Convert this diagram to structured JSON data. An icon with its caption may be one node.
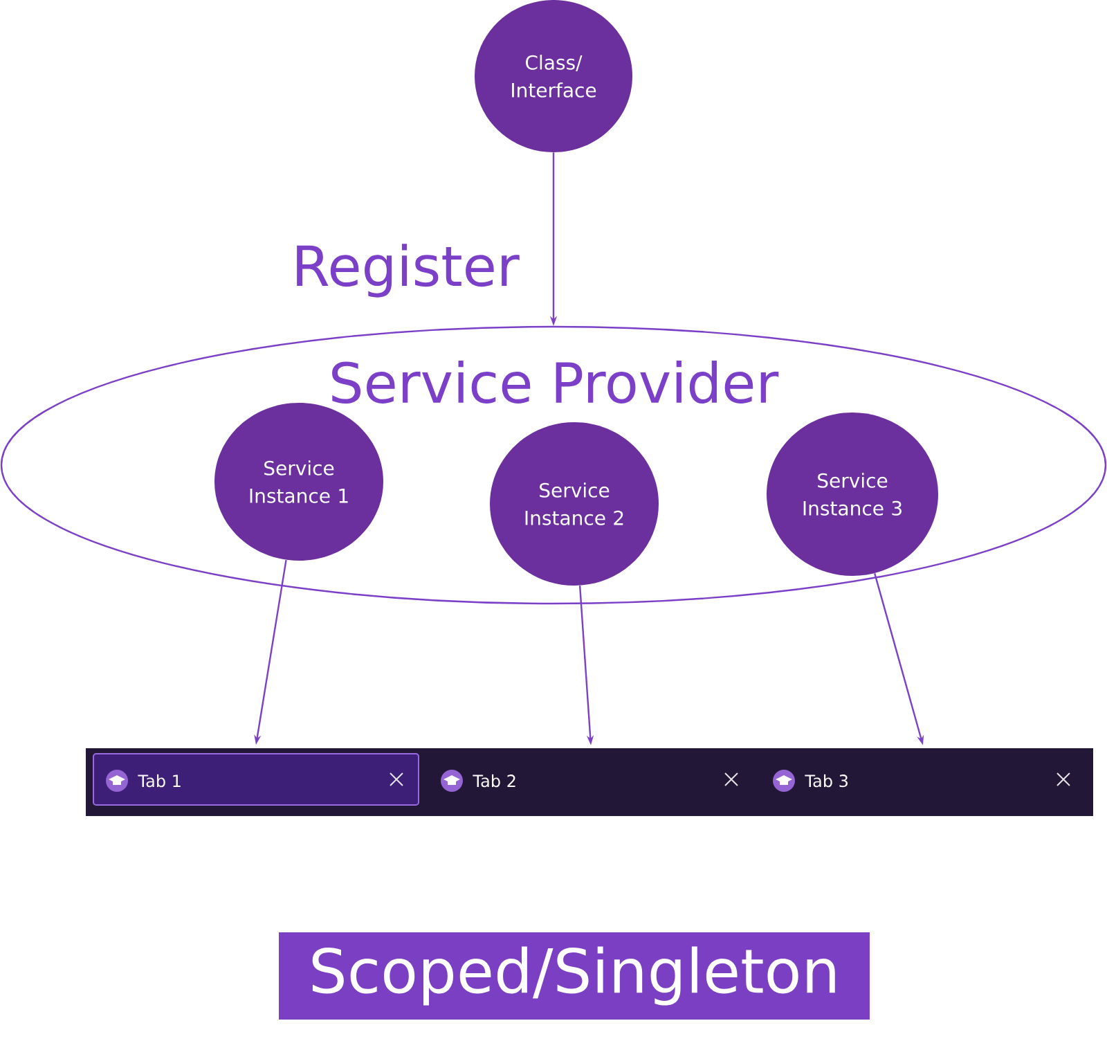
{
  "diagram": {
    "nodes": [
      {
        "text": [
          "Class/ Interface"
        ]
      },
      {
        "text": [
          "Service Provider"
        ]
      },
      {
        "text": [
          "Service Instance 1"
        ],
        "in": 1
      },
      {
        "text": [
          "Service Instance 2"
        ],
        "in": 1
      },
      {
        "text": [
          "Service Instance 3"
        ],
        "in": 1
      },
      {
        "text": [],
        "shape": "bar"
      },
      {
        "text": [
          "Tab 1"
        ],
        "in": 5
      },
      {
        "text": [
          "Tab 2"
        ],
        "in": 5
      },
      {
        "text": [
          "Tab 3"
        ],
        "in": 5
      },
      {
        "text": [
          "Scoped/Singleton"
        ]
      }
    ],
    "edges": [
      {
        "from": 0,
        "to": 1,
        "arrow": "to",
        "label": "Register"
      },
      {
        "from": 2,
        "to": 6,
        "arrow": "to"
      },
      {
        "from": 3,
        "to": 7,
        "arrow": "to"
      },
      {
        "from": 4,
        "to": 8,
        "arrow": "to"
      }
    ]
  }
}
